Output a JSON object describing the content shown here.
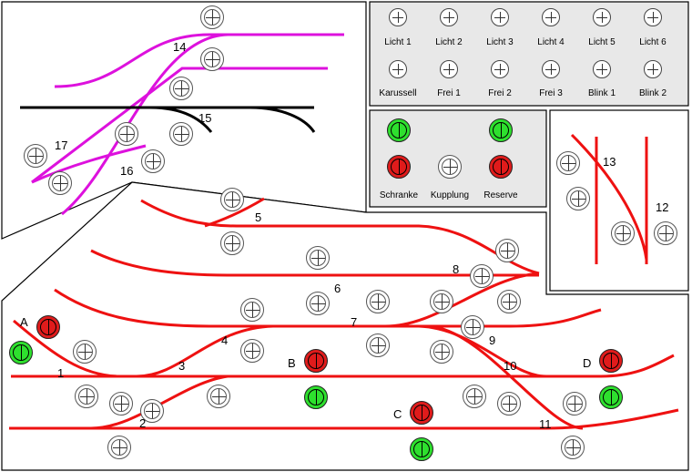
{
  "lights_panel": {
    "labels": [
      "Licht 1",
      "Licht 2",
      "Licht 3",
      "Licht 4",
      "Licht 5",
      "Licht 6",
      "Karussell",
      "Frei 1",
      "Frei 2",
      "Frei 3",
      "Blink 1",
      "Blink 2"
    ]
  },
  "special_panel": {
    "labels": [
      "Schranke",
      "Kupplung",
      "Reserve"
    ]
  },
  "switch_numbers": [
    "1",
    "2",
    "3",
    "4",
    "5",
    "6",
    "7",
    "8",
    "9",
    "10",
    "11",
    "12",
    "13",
    "14",
    "15",
    "16",
    "17"
  ],
  "signal_letters": [
    "A",
    "B",
    "C",
    "D"
  ],
  "colors": {
    "track_main": "#ee1111",
    "track_upper": "#dd11dd",
    "track_black": "#000000",
    "signal_red": "#e01b1b",
    "signal_green": "#2ee02e",
    "panel_bg": "#e8e8e8"
  }
}
